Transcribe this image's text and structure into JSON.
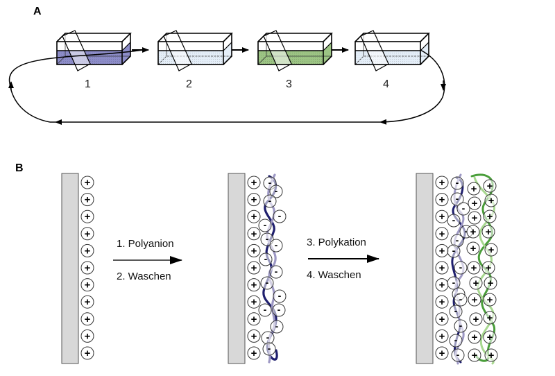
{
  "panel_a": {
    "label": "A",
    "beakers": [
      {
        "number": "1",
        "liquid": "polyanion",
        "color": "#8c8cc8"
      },
      {
        "number": "2",
        "liquid": "wash",
        "color": "#e4eef8"
      },
      {
        "number": "3",
        "liquid": "polycation",
        "color": "#9cc484"
      },
      {
        "number": "4",
        "liquid": "wash",
        "color": "#e4eef8"
      }
    ],
    "cycle": "repeat"
  },
  "panel_b": {
    "label": "B",
    "steps": [
      {
        "line1": "1. Polyanion",
        "line2": "2. Waschen"
      },
      {
        "line1": "3. Polykation",
        "line2": "4. Waschen"
      }
    ],
    "substrate_color": "#d8d8d8",
    "polyanion_chain_colors": [
      "#1f1f6e",
      "#9d98c4"
    ],
    "polycation_chain_colors": [
      "#4a9e3a",
      "#a8d890"
    ],
    "positive_sign": "+",
    "negative_sign": "-",
    "substrate_charge_count": 11
  }
}
